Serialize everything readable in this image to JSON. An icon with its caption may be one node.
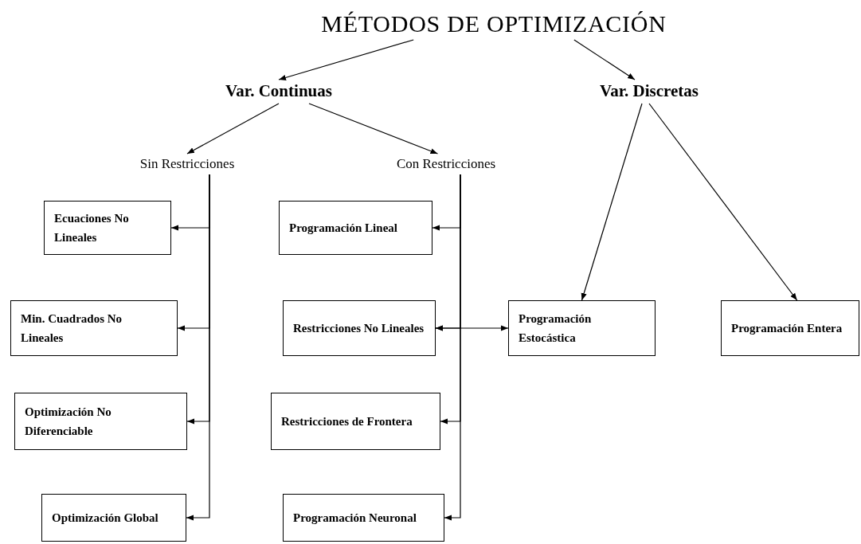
{
  "diagram": {
    "nodes": [
      {
        "text": [
          "MÉTODOS DE OPTIMIZACIÓN"
        ]
      },
      {
        "text": [
          "Var. Continuas"
        ]
      },
      {
        "text": [
          "Var. Discretas"
        ]
      },
      {
        "text": [
          "Sin Restricciones"
        ]
      },
      {
        "text": [
          "Con Restricciones"
        ]
      },
      {
        "text": [
          "Ecuaciones No Lineales"
        ]
      },
      {
        "text": [
          "Min. Cuadrados No Lineales"
        ]
      },
      {
        "text": [
          "Optimización No Diferenciable"
        ]
      },
      {
        "text": [
          "Optimización Global"
        ]
      },
      {
        "text": [
          "Programación Lineal"
        ]
      },
      {
        "text": [
          "Restricciones No Lineales"
        ]
      },
      {
        "text": [
          "Restricciones de Frontera"
        ]
      },
      {
        "text": [
          "Programación Neuronal"
        ]
      },
      {
        "text": [
          "Programación Estocástica"
        ]
      },
      {
        "text": [
          "Programación Entera"
        ]
      }
    ],
    "edges": [
      {
        "from": 0,
        "to": 1,
        "arrow": "to"
      },
      {
        "from": 0,
        "to": 2,
        "arrow": "to"
      },
      {
        "from": 1,
        "to": 3,
        "arrow": "to"
      },
      {
        "from": 1,
        "to": 4,
        "arrow": "to"
      },
      {
        "from": 3,
        "to": 5,
        "arrow": "to"
      },
      {
        "from": 3,
        "to": 6,
        "arrow": "to"
      },
      {
        "from": 3,
        "to": 7,
        "arrow": "to"
      },
      {
        "from": 3,
        "to": 8,
        "arrow": "to"
      },
      {
        "from": 4,
        "to": 9,
        "arrow": "to"
      },
      {
        "from": 4,
        "to": 10,
        "arrow": "to"
      },
      {
        "from": 4,
        "to": 11,
        "arrow": "to"
      },
      {
        "from": 4,
        "to": 12,
        "arrow": "to"
      },
      {
        "from": 2,
        "to": 13,
        "arrow": "to"
      },
      {
        "from": 2,
        "to": 14,
        "arrow": "to"
      },
      {
        "from": 13,
        "to": 10,
        "arrow": "both"
      }
    ]
  }
}
